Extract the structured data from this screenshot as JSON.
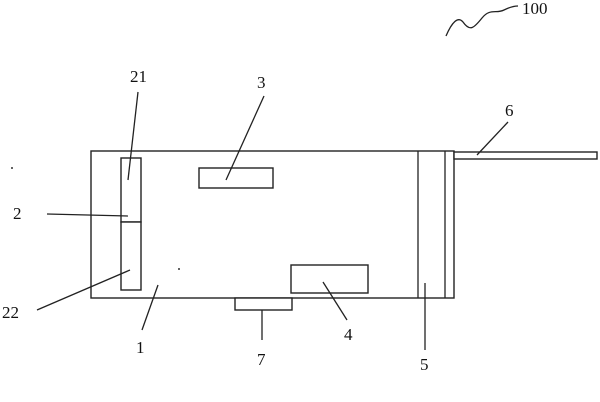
{
  "figure": {
    "labels": {
      "figure_number": "100",
      "body": "1",
      "part_2": "2",
      "part_21": "21",
      "part_22": "22",
      "part_3": "3",
      "part_4": "4",
      "part_5": "5",
      "part_6": "6",
      "part_7": "7"
    },
    "colors": {
      "line": "#222222",
      "text": "#111111",
      "background": "#ffffff"
    }
  }
}
